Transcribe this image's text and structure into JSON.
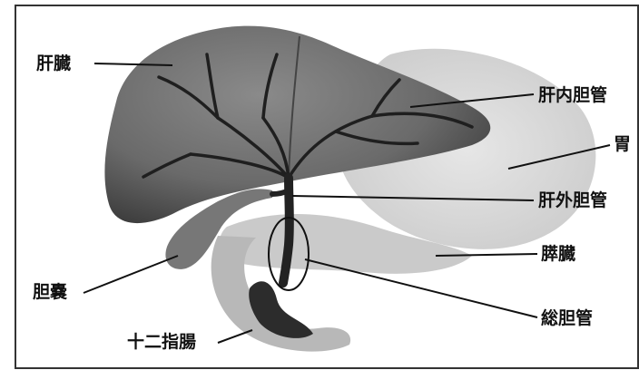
{
  "labels": {
    "liver": "肝臓",
    "intrahepatic_bile_duct": "肝内胆管",
    "stomach": "胃",
    "extrahepatic_bile_duct": "肝外胆管",
    "pancreas": "膵臓",
    "gallbladder": "胆嚢",
    "common_bile_duct": "総胆管",
    "duodenum": "十二指腸"
  },
  "colors": {
    "liver_fill": "#6e6e6e",
    "liver_dark": "#3a3a3a",
    "stomach_fill": "#d6d6d6",
    "pancreas_fill": "#c4c4c4",
    "duct": "#222222",
    "border": "#333333"
  }
}
